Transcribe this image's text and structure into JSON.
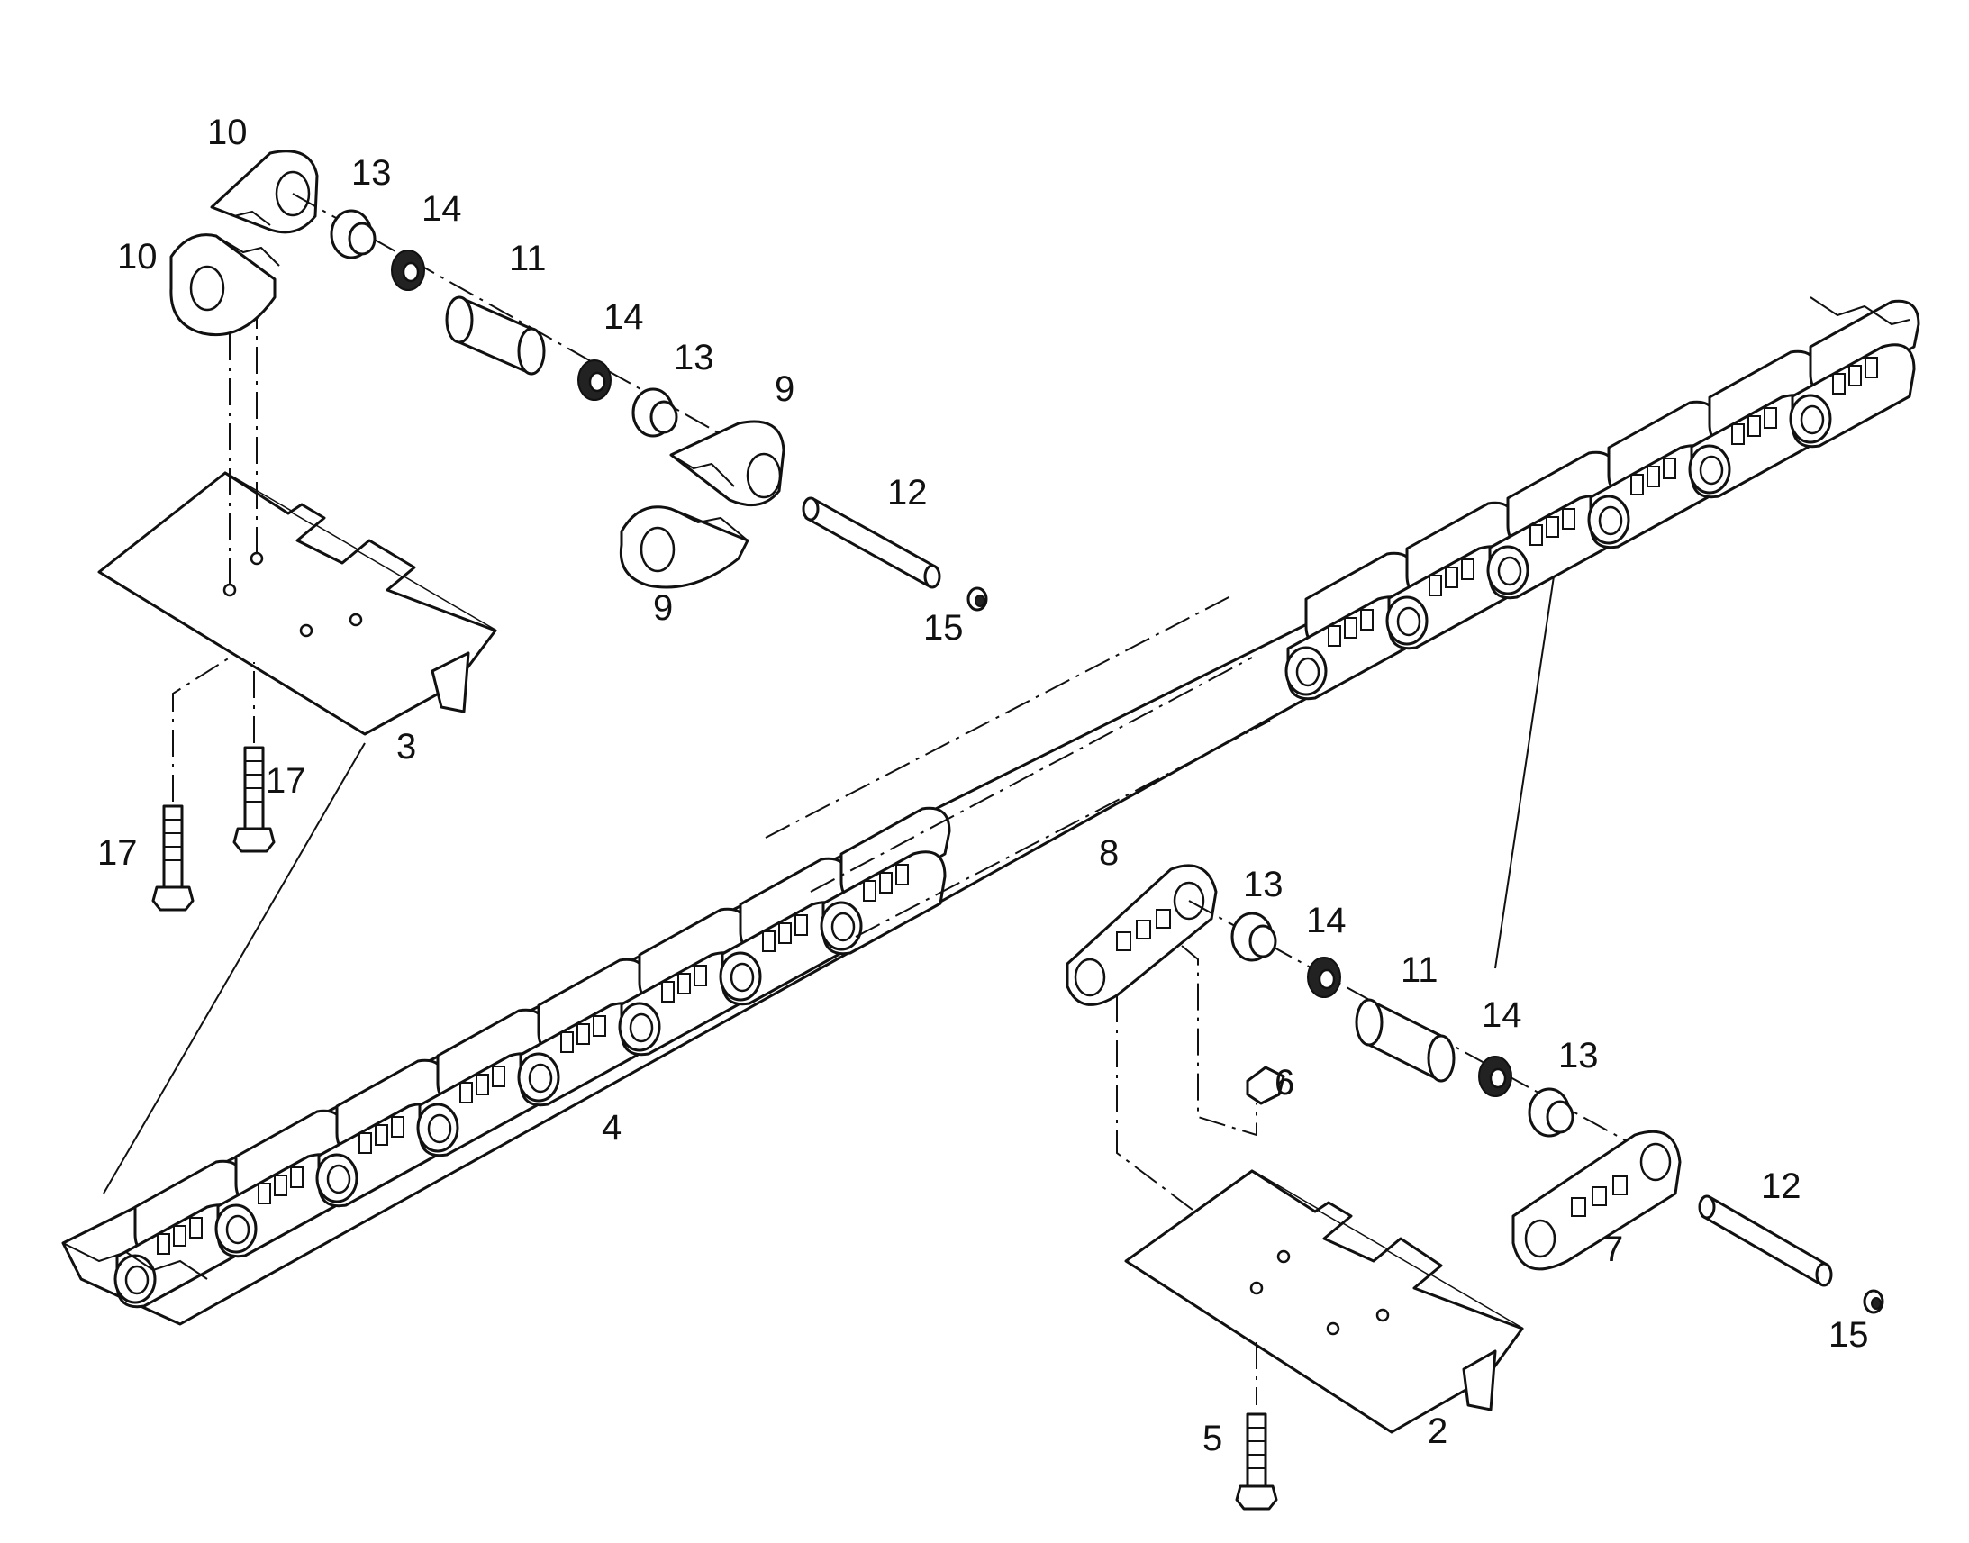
{
  "callouts": [
    {
      "id": "c10a",
      "text": "10"
    },
    {
      "id": "c10b",
      "text": "10"
    },
    {
      "id": "c13a",
      "text": "13"
    },
    {
      "id": "c14a",
      "text": "14"
    },
    {
      "id": "c11a",
      "text": "11"
    },
    {
      "id": "c14b",
      "text": "14"
    },
    {
      "id": "c13b",
      "text": "13"
    },
    {
      "id": "c9a",
      "text": "9"
    },
    {
      "id": "c12a",
      "text": "12"
    },
    {
      "id": "c9b",
      "text": "9"
    },
    {
      "id": "c15a",
      "text": "15"
    },
    {
      "id": "c3",
      "text": "3"
    },
    {
      "id": "c17a",
      "text": "17"
    },
    {
      "id": "c17b",
      "text": "17"
    },
    {
      "id": "c4",
      "text": "4"
    },
    {
      "id": "c8",
      "text": "8"
    },
    {
      "id": "c13c",
      "text": "13"
    },
    {
      "id": "c14c",
      "text": "14"
    },
    {
      "id": "c11b",
      "text": "11"
    },
    {
      "id": "c14d",
      "text": "14"
    },
    {
      "id": "c13d",
      "text": "13"
    },
    {
      "id": "c6",
      "text": "6"
    },
    {
      "id": "c12b",
      "text": "12"
    },
    {
      "id": "c7",
      "text": "7"
    },
    {
      "id": "c15b",
      "text": "15"
    },
    {
      "id": "c5",
      "text": "5"
    },
    {
      "id": "c2",
      "text": "2"
    }
  ]
}
